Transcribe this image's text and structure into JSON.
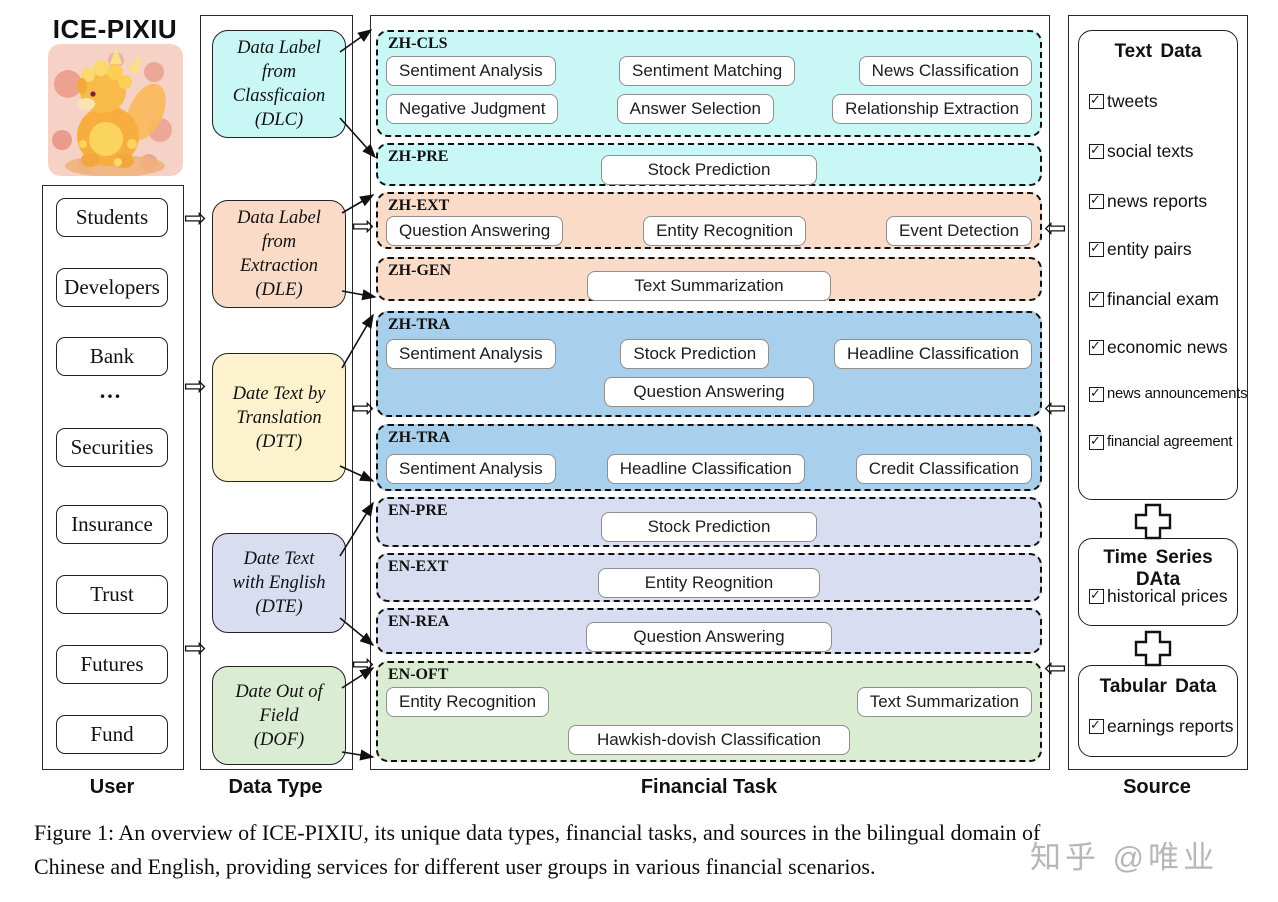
{
  "figure": {
    "logo_title": "ICE-PIXIU",
    "caption_line1": "Figure 1: An overview of ICE-PIXIU, its unique data types, financial tasks, and sources in the bilingual domain of",
    "caption_line2": "Chinese and English, providing services for different user groups in various financial scenarios.",
    "watermark": "知乎 @唯业"
  },
  "user": {
    "label": "User",
    "items": [
      "Students",
      "Developers",
      "Bank",
      "...",
      "Securities",
      "Insurance",
      "Trust",
      "Futures",
      "Fund"
    ]
  },
  "data_type": {
    "label": "Data Type",
    "boxes": [
      {
        "id": "DLC",
        "lines": [
          "Data Label",
          "from",
          "Classficaion",
          "(DLC)"
        ],
        "color": "#c8f7f5"
      },
      {
        "id": "DLE",
        "lines": [
          "Data Label",
          "from",
          "Extraction",
          "(DLE)"
        ],
        "color": "#fadbc8"
      },
      {
        "id": "DTT",
        "lines": [
          "Date Text by",
          "Translation",
          "(DTT)"
        ],
        "color": "#fdf2ce"
      },
      {
        "id": "DTE",
        "lines": [
          "Date Text",
          "with English",
          "(DTE)"
        ],
        "color": "#d8ddf1"
      },
      {
        "id": "DOF",
        "lines": [
          "Date Out of",
          "Field",
          "(DOF)"
        ],
        "color": "#daecd2"
      }
    ]
  },
  "financial_task": {
    "label": "Financial Task",
    "blocks": [
      {
        "code": "ZH-CLS",
        "color": "#c8f7f5",
        "rows": [
          [
            "Sentiment Analysis",
            "Sentiment Matching",
            "News Classification"
          ],
          [
            "Negative Judgment",
            "Answer Selection",
            "Relationship Extraction"
          ]
        ]
      },
      {
        "code": "ZH-PRE",
        "color": "#c8f7f5",
        "rows": [
          [
            "Stock Prediction"
          ]
        ]
      },
      {
        "code": "ZH-EXT",
        "color": "#fadbc8",
        "rows": [
          [
            "Question Answering",
            "Entity Recognition",
            "Event Detection"
          ]
        ]
      },
      {
        "code": "ZH-GEN",
        "color": "#fadbc8",
        "rows": [
          [
            "Text Summarization"
          ]
        ]
      },
      {
        "code": "ZH-TRA",
        "color": "#a8cfeb",
        "rows": [
          [
            "Sentiment Analysis",
            "Stock Prediction",
            "Headline Classification"
          ],
          [
            "Question Answering"
          ]
        ]
      },
      {
        "code": "ZH-TRA",
        "color": "#a8cfeb",
        "rows": [
          [
            "Sentiment Analysis",
            "Headline Classification",
            "Credit Classification"
          ]
        ]
      },
      {
        "code": "EN-PRE",
        "color": "#d8ddf1",
        "rows": [
          [
            "Stock Prediction"
          ]
        ]
      },
      {
        "code": "EN-EXT",
        "color": "#d8ddf1",
        "rows": [
          [
            "Entity Reognition"
          ]
        ]
      },
      {
        "code": "EN-REA",
        "color": "#d8ddf1",
        "rows": [
          [
            "Question Answering"
          ]
        ]
      },
      {
        "code": "EN-OFT",
        "color": "#daecd2",
        "rows": [
          [
            "Entity Recognition",
            "Text Summarization"
          ],
          [
            "Hawkish-dovish Classification"
          ]
        ]
      }
    ]
  },
  "source": {
    "label": "Source",
    "sections": [
      {
        "title": "Text Data",
        "items": [
          "tweets",
          "social texts",
          "news reports",
          "entity pairs",
          "financial exam",
          "economic news",
          "news announcements",
          "financial agreement"
        ]
      },
      {
        "title": "Time Series DAta",
        "items": [
          "historical prices"
        ]
      },
      {
        "title": "Tabular Data",
        "items": [
          "earnings reports"
        ]
      }
    ]
  }
}
